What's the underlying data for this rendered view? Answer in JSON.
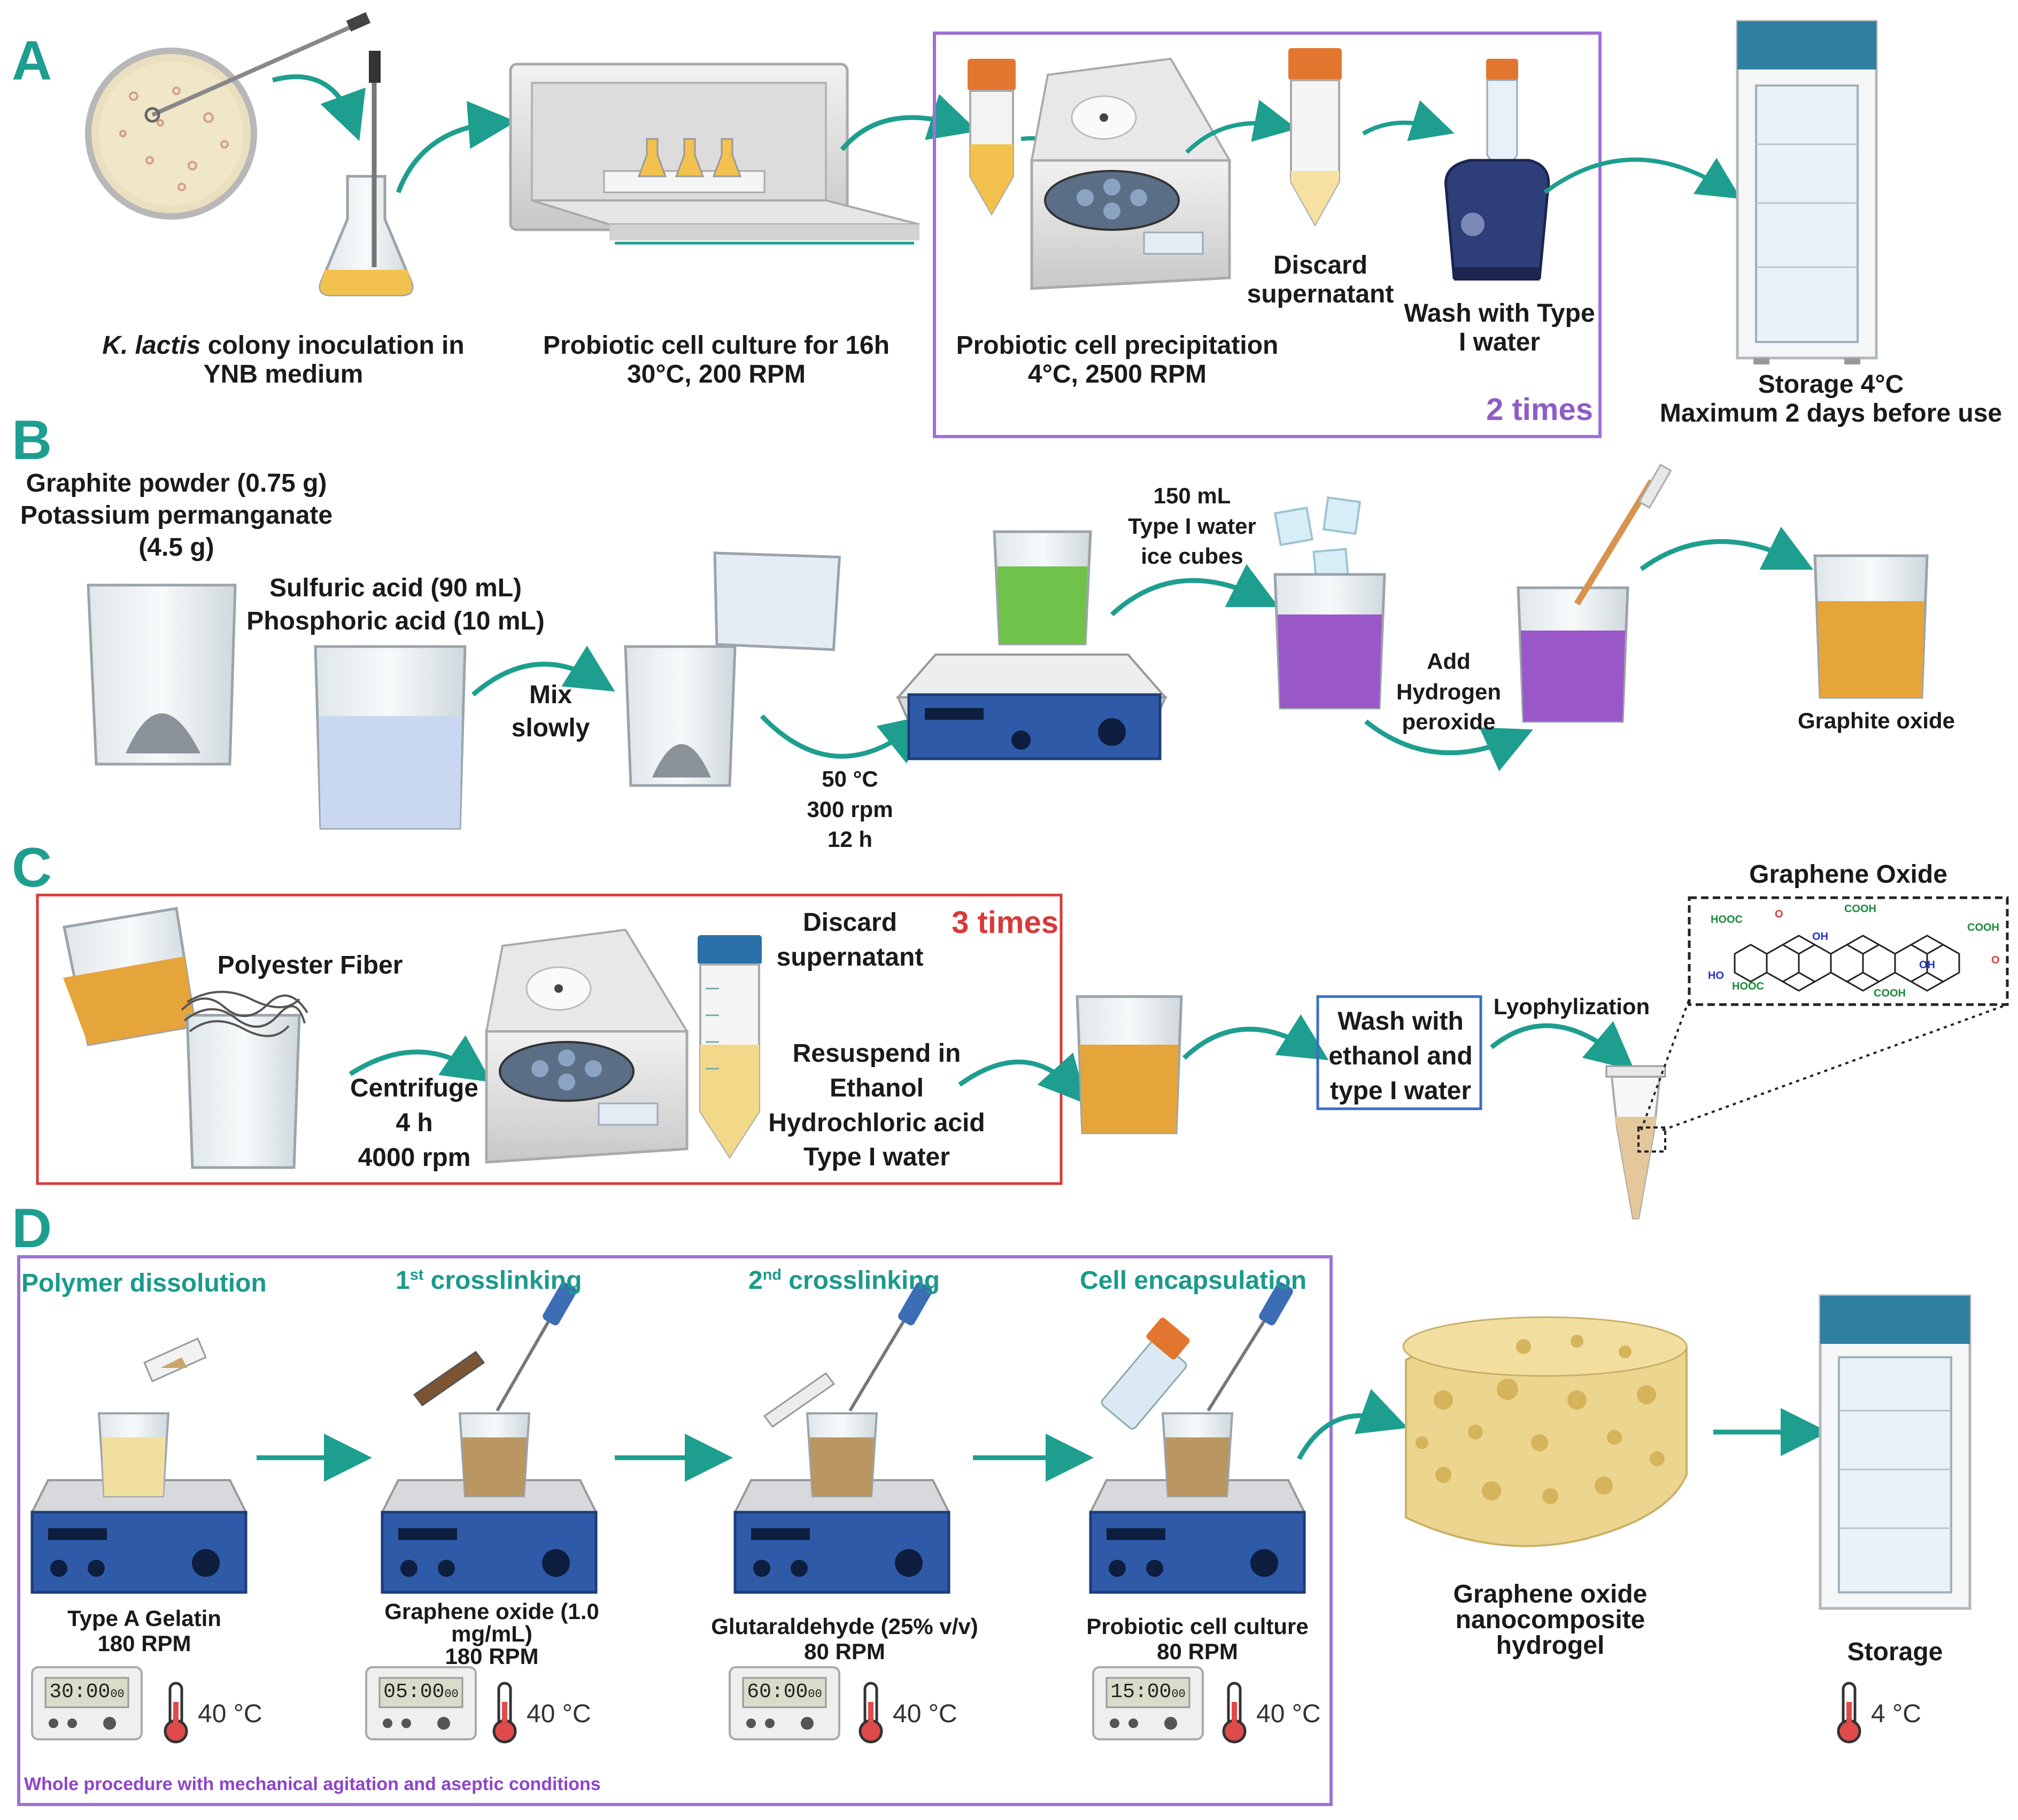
{
  "panels": {
    "A": "A",
    "B": "B",
    "C": "C",
    "D": "D"
  },
  "a": {
    "inoculation_italic": "K. lactis",
    "inoculation_rest": " colony inoculation in",
    "inoculation_line2": "YNB medium",
    "culture_l1": "Probiotic cell culture for 16h",
    "culture_l2": "30°C, 200 RPM",
    "precip_l1": "Probiotic cell precipitation",
    "precip_l2": "4°C, 2500 RPM",
    "discard_l1": "Discard",
    "discard_l2": "supernatant",
    "wash_l1": "Wash with Type",
    "wash_l2": "I water",
    "repeat": "2 times",
    "storage_l1": "Storage 4°C",
    "storage_l2": "Maximum 2 days before use"
  },
  "b": {
    "graphite_l1": "Graphite powder (0.75 g)",
    "graphite_l2": "Potassium permanganate",
    "graphite_l3": "(4.5 g)",
    "acid_l1": "Sulfuric acid (90 mL)",
    "acid_l2": "Phosphoric acid (10 mL)",
    "mix_l1": "Mix",
    "mix_l2": "slowly",
    "cond_l1": "50 °C",
    "cond_l2": "300 rpm",
    "cond_l3": "12 h",
    "water_l1": "150 mL",
    "water_l2": "Type I water",
    "water_l3": "ice cubes",
    "h2o2_l1": "Add",
    "h2o2_l2": "Hydrogen",
    "h2o2_l3": "peroxide",
    "product": "Graphite oxide"
  },
  "c": {
    "fiber": "Polyester Fiber",
    "centrifuge_l1": "Centrifuge",
    "centrifuge_l2": "4 h",
    "centrifuge_l3": "4000 rpm",
    "discard_l1": "Discard",
    "discard_l2": "supernatant",
    "repeat": "3 times",
    "resusp_l1": "Resuspend in",
    "resusp_l2": "Ethanol",
    "resusp_l3": "Hydrochloric acid",
    "resusp_l4": "Type I water",
    "wash_l1": "Wash with",
    "wash_l2": "ethanol and",
    "wash_l3": "type I water",
    "lyo": "Lyophylization",
    "go_title": "Graphene Oxide",
    "chem": {
      "hooc": "HOOC",
      "cooh": "COOH",
      "oh": "OH",
      "ho": "HO",
      "o": "O"
    }
  },
  "d": {
    "step1_title": "Polymer dissolution",
    "step2_title_a": "1",
    "step2_title_sup": "st",
    "step2_title_b": " crosslinking",
    "step3_title_a": "2",
    "step3_title_sup": "nd",
    "step3_title_b": " crosslinking",
    "step4_title": "Cell encapsulation",
    "step1_l1": "Type A Gelatin",
    "step1_l2": "180 RPM",
    "step2_l1": "Graphene oxide (1.0",
    "step2_l2": "mg/mL)",
    "step2_l3": "180 RPM",
    "step3_l1": "Glutaraldehyde (25% v/v)",
    "step3_l2": "80 RPM",
    "step4_l1": "Probiotic cell culture",
    "step4_l2": "80 RPM",
    "timer1": "30:00",
    "timer2": "05:00",
    "timer3": "60:00",
    "timer4": "15:00",
    "timer_small": "00",
    "temp": "40 °C",
    "hydrogel_l1": "Graphene oxide",
    "hydrogel_l2": "nanocomposite",
    "hydrogel_l3": "hydrogel",
    "storage": "Storage",
    "storage_temp": "4 °C",
    "note": "Whole procedure with mechanical agitation and aseptic conditions"
  },
  "colors": {
    "teal": "#1e9e8f",
    "purple": "#a070d8",
    "red": "#d83a3a",
    "blue": "#3a6fc4",
    "hotplate": "#2f5aa8"
  }
}
